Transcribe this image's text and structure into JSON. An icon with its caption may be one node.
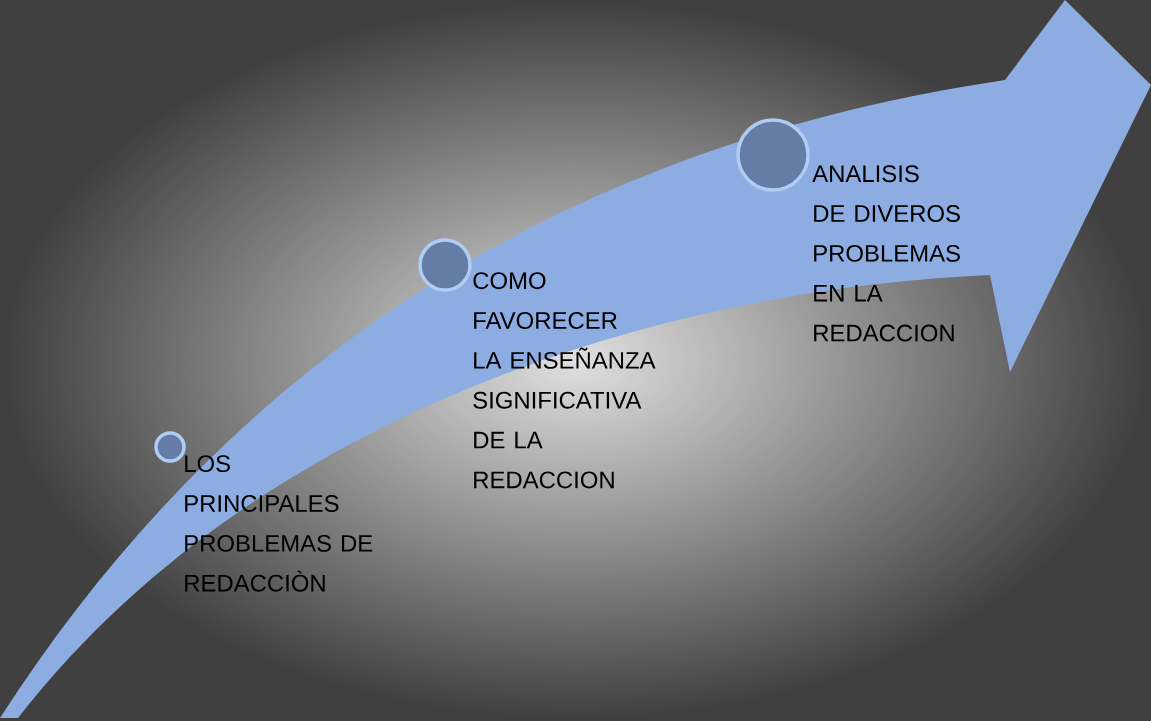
{
  "diagram": {
    "nodes": [
      {
        "text": [],
        "shape": "circle",
        "beside": [
          "LOS PRINCIPALES PROBLEMAS DE REDACCIÒN"
        ]
      },
      {
        "text": [],
        "shape": "circle",
        "beside": [
          "COMO FAVORECER LA ENSEÑANZA SIGNIFICATIVA DE LA REDACCION"
        ]
      },
      {
        "text": [],
        "shape": "circle",
        "beside": [
          "ANALISIS DE DIVEROS PROBLEMAS EN LA REDACCION"
        ]
      }
    ]
  }
}
